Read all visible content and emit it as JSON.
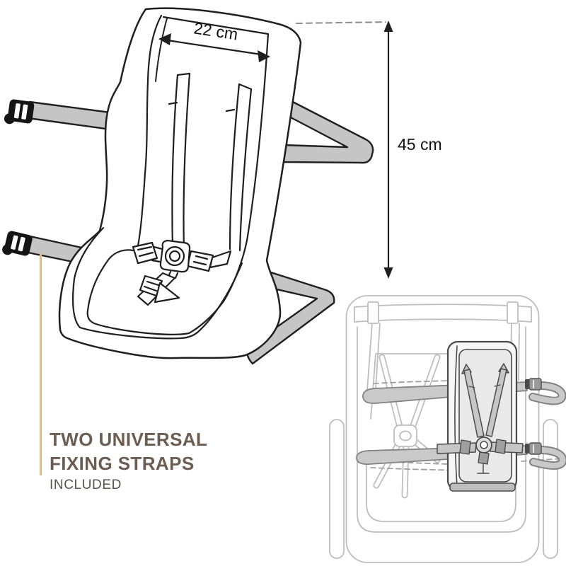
{
  "illustration": {
    "dimension_width_label": "22 cm",
    "dimension_height_label": "45 cm"
  },
  "caption": {
    "title_line1": "TWO UNIVERSAL",
    "title_line2": "FIXING STRAPS",
    "subtitle": "INCLUDED"
  },
  "colors": {
    "accent_line": "#ddbe8b",
    "heading_text": "#6b5d52",
    "secondary_text": "#57534e",
    "line_art": "#1f1f1f",
    "strap_gray": "#c5c5c5",
    "inset_outline_gray": "#bdbdbd",
    "inset_strap_gray": "#c9c9c9"
  }
}
